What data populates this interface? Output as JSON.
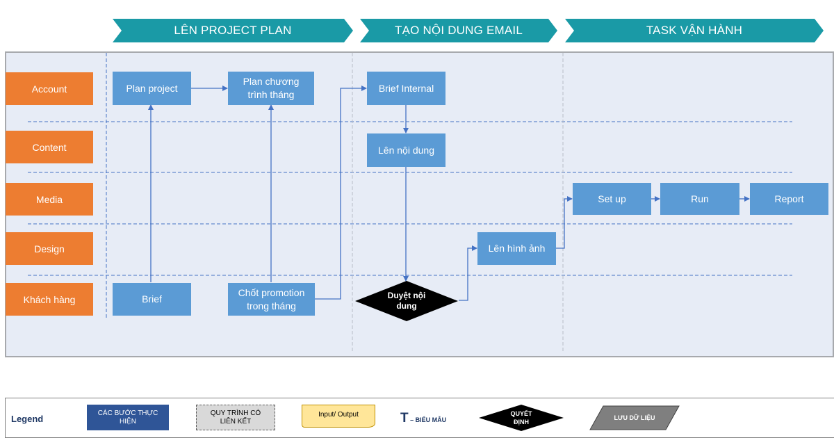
{
  "phases": [
    {
      "label": "LÊN PROJECT PLAN"
    },
    {
      "label": "TẠO NỘI DUNG EMAIL"
    },
    {
      "label": "TASK VẬN HÀNH"
    }
  ],
  "lanes": [
    "Account",
    "Content",
    "Media",
    "Design",
    "Khách hàng"
  ],
  "steps": {
    "plan_project": "Plan project",
    "plan_chuong_trinh": "Plan chương trình tháng",
    "brief_internal": "Brief Internal",
    "len_noi_dung": "Lên nội dung",
    "set_up": "Set up",
    "run": "Run",
    "report": "Report",
    "len_hinh_anh": "Lên hình ảnh",
    "brief": "Brief",
    "chot_promotion": "Chốt promotion trong tháng",
    "duyet_noi_dung": "Duyệt nội dung"
  },
  "legend": {
    "title": "Legend",
    "cac_buoc": "CÁC BƯỚC THỰC HIỆN",
    "quy_trinh": "QUY TRÌNH CÓ LIÊN KẾT",
    "input_output": "Input/ Output",
    "bieu_mau_letter": "T",
    "bieu_mau": " – BIỂU MẪU",
    "quyet_dinh": "QUYẾT ĐỊNH",
    "luu_du_lieu": "LƯU DỮ LIỆU"
  },
  "colors": {
    "phase": "#1a9aa6",
    "lane": "#ed7d31",
    "step": "#5b9bd5",
    "decision": "#000000",
    "connector": "#4472c4",
    "legend_step": "#2f5597",
    "legend_io": "#ffe699",
    "legend_data": "#7f7f7f"
  }
}
